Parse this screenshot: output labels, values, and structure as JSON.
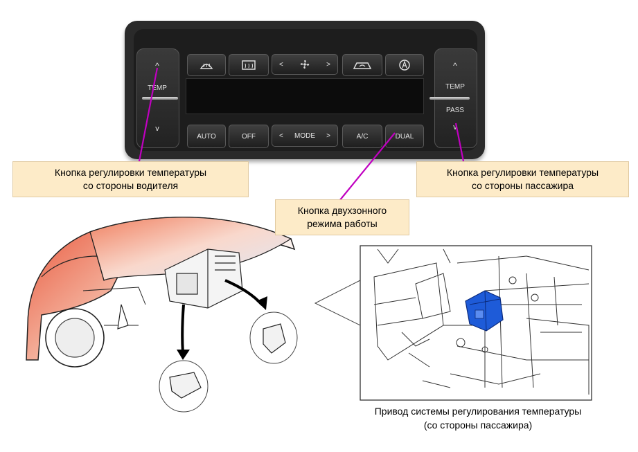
{
  "panel": {
    "left_temp_label": "TEMP",
    "right_temp_label": "TEMP",
    "pass_label": "PASS",
    "up_glyph": "^",
    "down_glyph": "v",
    "top_buttons": [
      {
        "icon": "rear-defrost-icon"
      },
      {
        "icon": "front-defrost-icon"
      },
      {
        "icon": "fan-icon"
      },
      {
        "icon": "recirculation-icon"
      },
      {
        "icon": "auto-a-icon"
      }
    ],
    "fan_left": "<",
    "fan_right": ">",
    "bottom_buttons": {
      "auto": "AUTO",
      "off": "OFF",
      "mode": "MODE",
      "mode_left": "<",
      "mode_right": ">",
      "ac": "A/C",
      "dual": "DUAL"
    }
  },
  "callouts": {
    "driver_line1": "Кнопка регулировки температуры",
    "driver_line2": "со стороны водителя",
    "passenger_line1": "Кнопка регулировки температуры",
    "passenger_line2": "со стороны пассажира",
    "dual_line1": "Кнопка двухзонного",
    "dual_line2": "режима работы"
  },
  "caption": {
    "line1": "Привод системы регулирования температуры",
    "line2": "(со стороны пассажира)"
  },
  "colors": {
    "callout_bg": "#fdebc8",
    "leader_line": "#c000c0",
    "actuator": "#1e5bd8",
    "car_gradient_start": "#e8553a"
  }
}
